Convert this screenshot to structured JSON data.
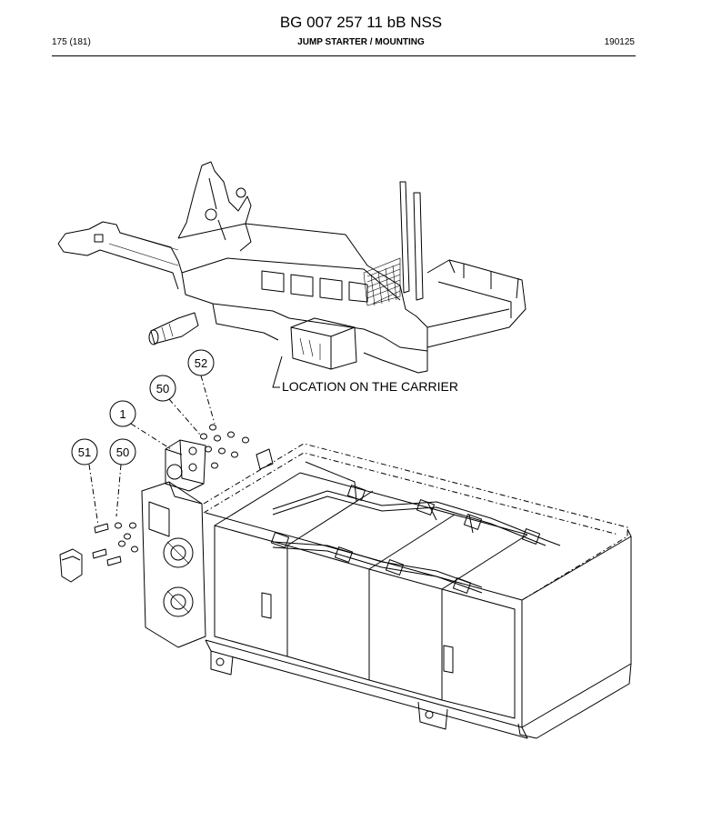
{
  "header": {
    "document_title": "BG 007 257 11 bB NSS",
    "page_number": "175 (181)",
    "section_title": "JUMP STARTER / MOUNTING",
    "date_code": "190125"
  },
  "diagram": {
    "location_label": "LOCATION ON THE CARRIER",
    "callouts": [
      "52",
      "50",
      "1",
      "51",
      "50"
    ]
  }
}
